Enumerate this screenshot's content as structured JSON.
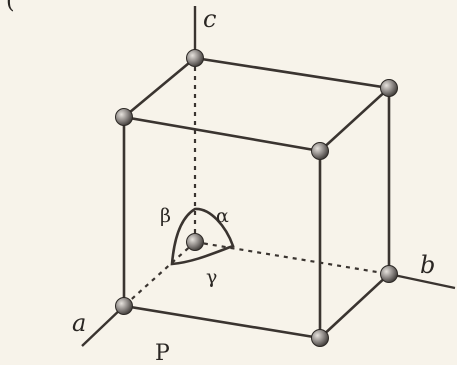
{
  "figure": {
    "panel_marker": "(",
    "axes": {
      "a": "a",
      "b": "b",
      "c": "c"
    },
    "angles": {
      "alpha": "α",
      "beta": "β",
      "gamma": "γ"
    },
    "lattice_type": "P"
  },
  "colors": {
    "background": "#f7f3ea",
    "lines": "#3a3430",
    "node_fill": "#8a8582"
  }
}
